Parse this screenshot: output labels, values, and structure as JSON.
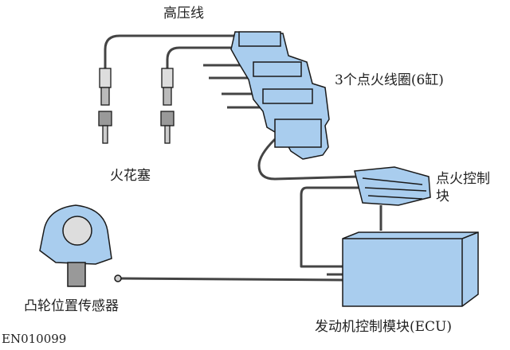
{
  "labels": {
    "high_voltage_wire": "高压线",
    "ignition_coils": "3个点火线圈(6缸)",
    "spark_plugs": "火花塞",
    "ignition_control_module_line1": "点火控制",
    "ignition_control_module_line2": "块",
    "cam_position_sensor": "凸轮位置传感器",
    "ecu": "发动机控制模块(ECU)",
    "figure_code": "EN010099"
  },
  "colors": {
    "component_fill": "#a9cdee",
    "outline": "#1a1a1a",
    "wire": "#444444"
  }
}
